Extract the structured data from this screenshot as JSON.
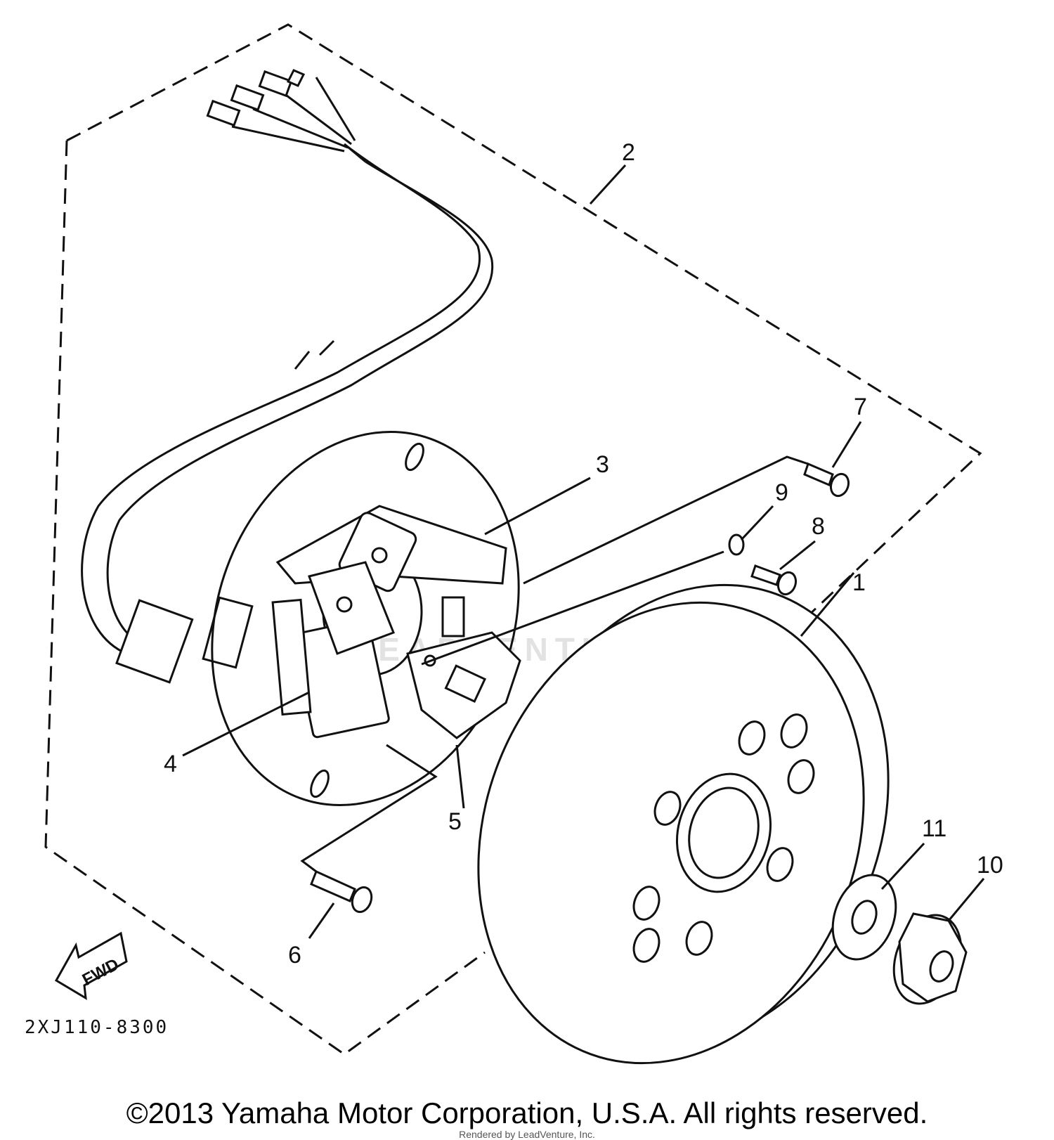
{
  "diagram": {
    "callouts": [
      {
        "id": "1",
        "text": "1"
      },
      {
        "id": "2",
        "text": "2"
      },
      {
        "id": "3",
        "text": "3"
      },
      {
        "id": "4",
        "text": "4"
      },
      {
        "id": "5",
        "text": "5"
      },
      {
        "id": "6a",
        "text": "6"
      },
      {
        "id": "7",
        "text": "7"
      },
      {
        "id": "8",
        "text": "8"
      },
      {
        "id": "9",
        "text": "9"
      },
      {
        "id": "10",
        "text": "10"
      },
      {
        "id": "11",
        "text": "11"
      }
    ],
    "fwd_label": "FWD",
    "drawing_code": "2XJ110-8300",
    "watermark": "LEADVENTURE"
  },
  "footer": {
    "copyright": "©2013 Yamaha Motor Corporation, U.S.A. All rights reserved.",
    "rendered_by": "Rendered by LeadVenture, Inc."
  },
  "colors": {
    "line": "#111111",
    "background": "#ffffff",
    "watermark": "#e2e2e2"
  }
}
